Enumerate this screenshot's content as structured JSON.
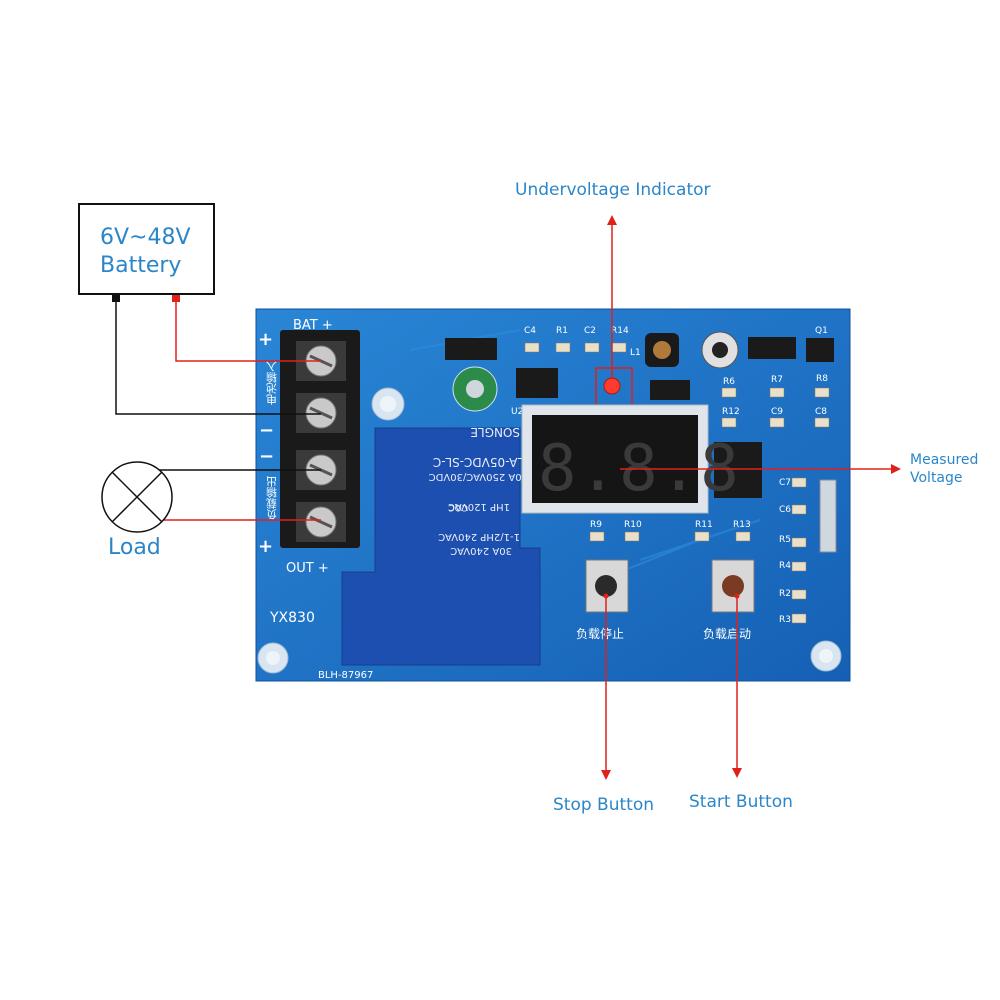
{
  "battery": {
    "line1": "6V~48V",
    "line2": "Battery"
  },
  "load_label": "Load",
  "callouts": {
    "undervoltage": "Undervoltage Indicator",
    "measured_1": "Measured",
    "measured_2": "Voltage",
    "stop": "Stop Button",
    "start": "Start Button"
  },
  "board": {
    "model": "YX830",
    "serial": "BLH-87967",
    "bat_label": "BAT +",
    "out_label": "OUT +",
    "bat_cn": "电池输入",
    "out_cn": "负载输出",
    "display": "8.8.8",
    "stop_cn": "负载停止",
    "start_cn": "负载启动",
    "relay": {
      "l1": "30A 240VAC",
      "l2": "1-1/2HP 240VAC",
      "l3": "1HP 120VAC",
      "l4": "30A 250VAC/30VDC",
      "l5": "SLA-05VDC-SL-C",
      "brand": "SONGLE",
      "cqc": "CQC"
    },
    "component_labels": [
      "C4",
      "R1",
      "C2",
      "R14",
      "L1",
      "Q1",
      "R6",
      "R7",
      "R8",
      "R12",
      "C9",
      "C8",
      "C7",
      "C6",
      "R5",
      "R4",
      "R2",
      "R3",
      "R9",
      "R10",
      "R11",
      "R13",
      "U2"
    ]
  },
  "colors": {
    "board": "#1c6fc4",
    "callout_text": "#2b86c8",
    "arrow": "#e0201b",
    "wire_black": "#111111"
  }
}
